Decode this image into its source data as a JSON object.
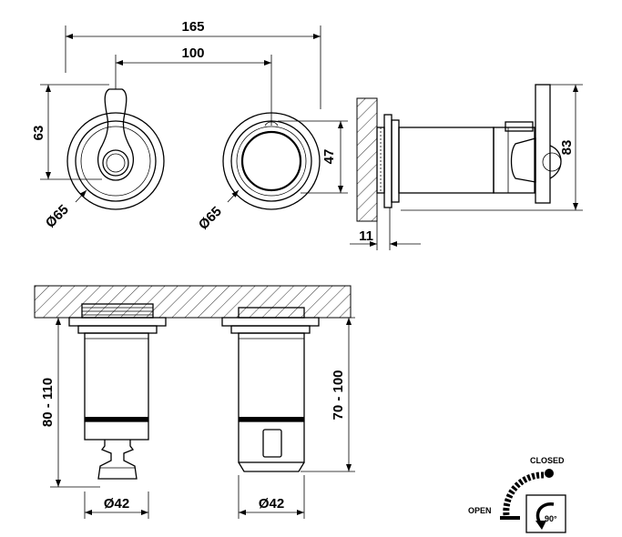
{
  "dimensions": {
    "top_width_total": "165",
    "top_width_centers": "100",
    "lever_height": "63",
    "lever_diameter": "Ø65",
    "handle_diameter": "Ø65",
    "handle_height": "47",
    "side_height": "83",
    "wall_offset": "11",
    "left_depth": "80 - 110",
    "right_depth": "70 - 100",
    "left_base_diameter": "Ø42",
    "right_base_diameter": "Ø42"
  },
  "rotation_legend": {
    "open_label": "OPEN",
    "closed_label": "CLOSED",
    "angle_label": "90°"
  }
}
